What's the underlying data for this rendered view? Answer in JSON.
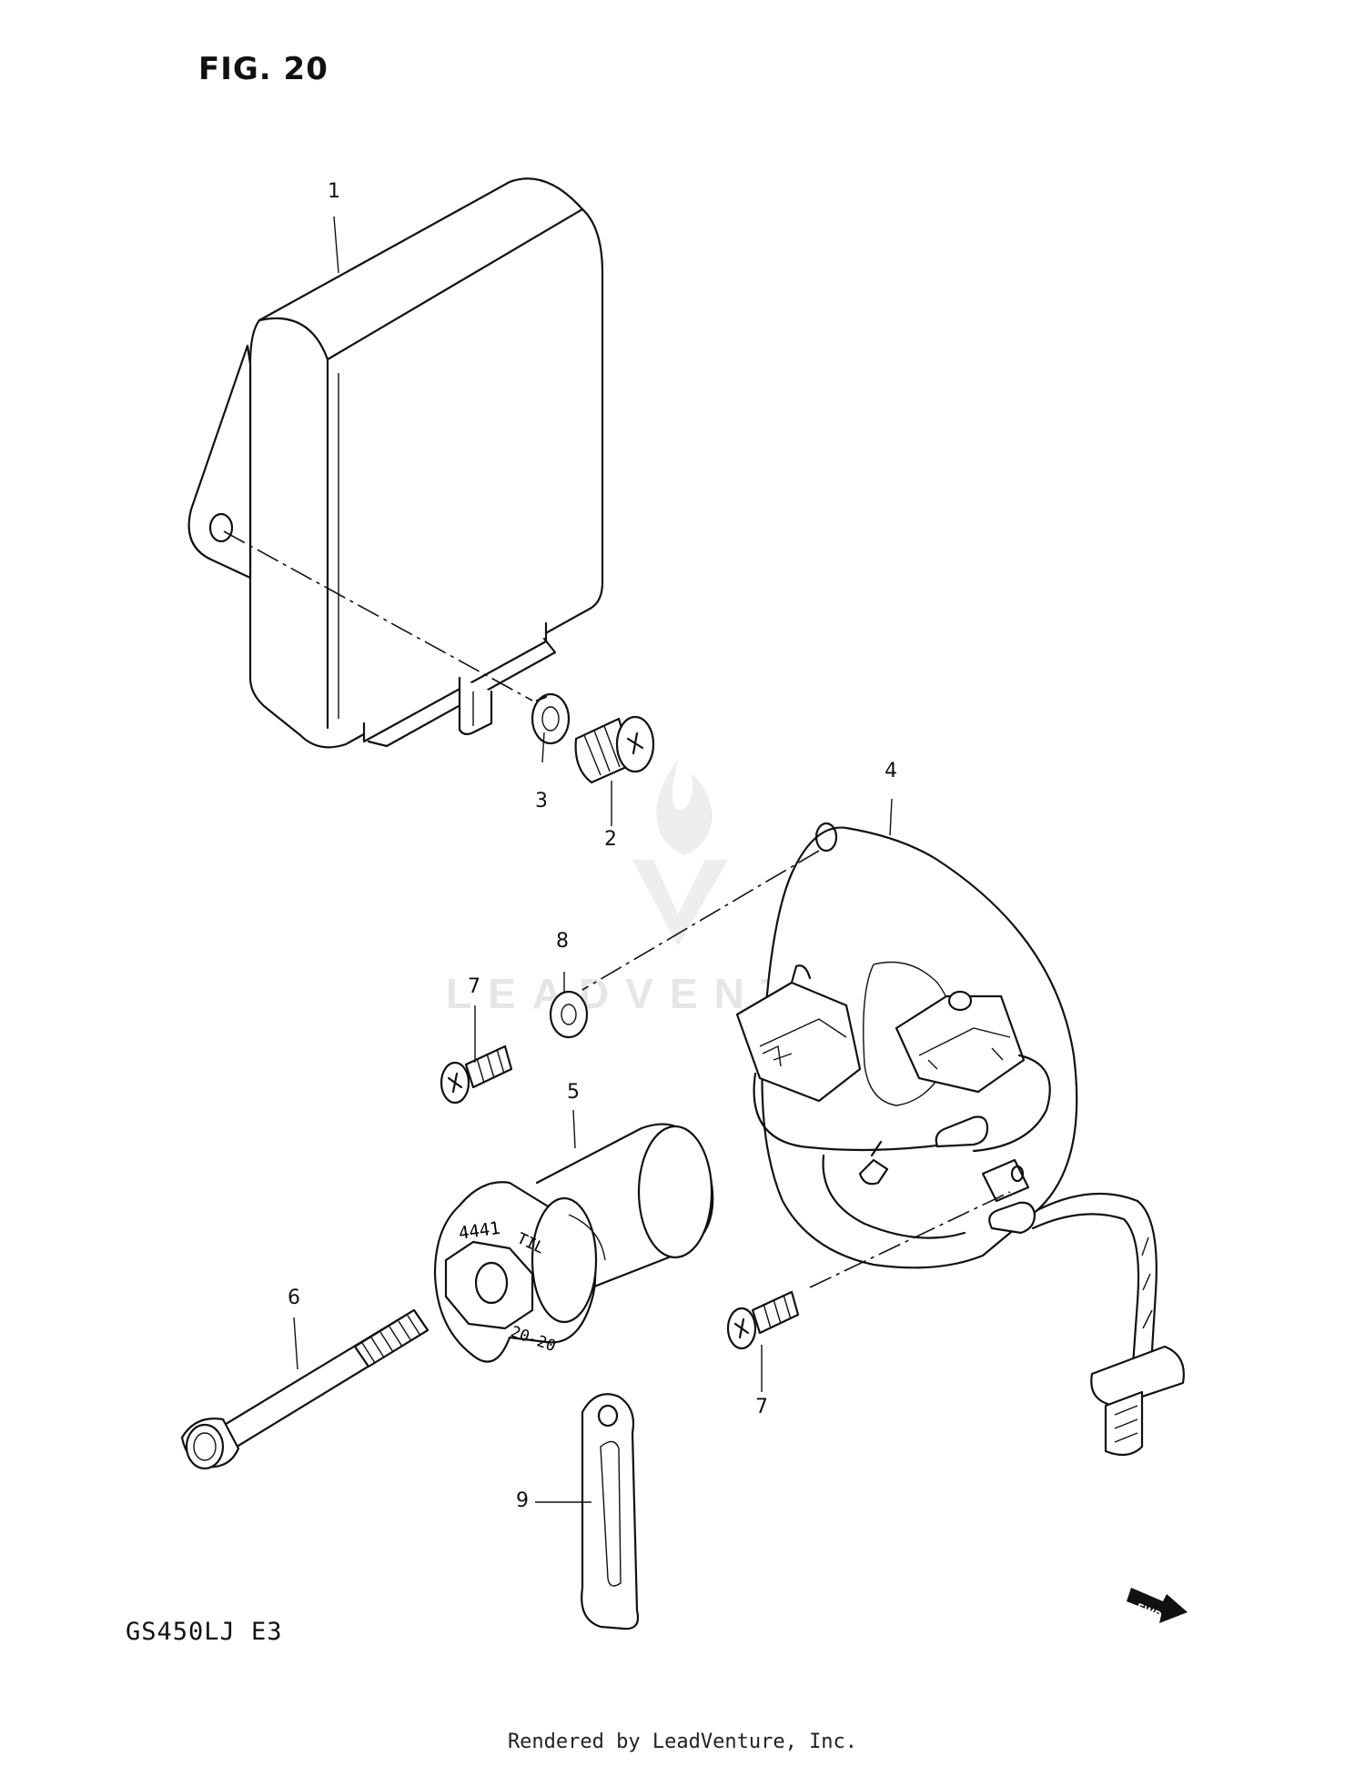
{
  "figure_title": "FIG. 20",
  "model_code": "GS450LJ E3",
  "render_credit": "Rendered by LeadVenture, Inc.",
  "watermark": "LEADVENTURE",
  "fwd_label": "FWD",
  "part5_markings": {
    "top": "4441",
    "side": "TIL",
    "bottom": "20-20"
  },
  "callouts": [
    {
      "id": "1",
      "label": "1"
    },
    {
      "id": "2",
      "label": "2"
    },
    {
      "id": "3",
      "label": "3"
    },
    {
      "id": "4",
      "label": "4"
    },
    {
      "id": "5",
      "label": "5"
    },
    {
      "id": "6",
      "label": "6"
    },
    {
      "id": "7a",
      "label": "7"
    },
    {
      "id": "7b",
      "label": "7"
    },
    {
      "id": "8",
      "label": "8"
    },
    {
      "id": "9",
      "label": "9"
    }
  ]
}
